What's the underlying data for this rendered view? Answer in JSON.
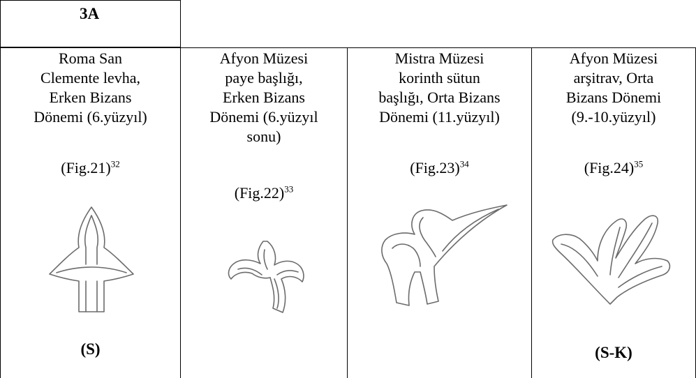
{
  "table": {
    "header_label": "3A",
    "columns": [
      {
        "lines": [
          "Roma San",
          "Clemente levha,",
          "Erken Bizans",
          "Dönemi (6.yüzyıl)"
        ],
        "fig": "(Fig.21)",
        "fig_ref": "32",
        "mark": "(S)",
        "motif": "ornament-motif-1"
      },
      {
        "lines": [
          "Afyon Müzesi",
          "paye başlığı,",
          "Erken Bizans",
          "Dönemi (6.yüzyıl",
          "sonu)"
        ],
        "fig": "(Fig.22)",
        "fig_ref": "33",
        "mark": "",
        "motif": "ornament-motif-2"
      },
      {
        "lines": [
          "Mistra Müzesi",
          "korinth sütun",
          "başlığı, Orta Bizans",
          "Dönemi (11.yüzyıl)"
        ],
        "fig": "(Fig.23)",
        "fig_ref": "34",
        "mark": "",
        "motif": "ornament-motif-3"
      },
      {
        "lines": [
          "Afyon Müzesi",
          "arşitrav, Orta",
          "Bizans Dönemi",
          "(9.-10.yüzyıl)"
        ],
        "fig": "(Fig.24)",
        "fig_ref": "35",
        "mark": "(S-K)",
        "motif": "ornament-motif-4"
      }
    ]
  }
}
